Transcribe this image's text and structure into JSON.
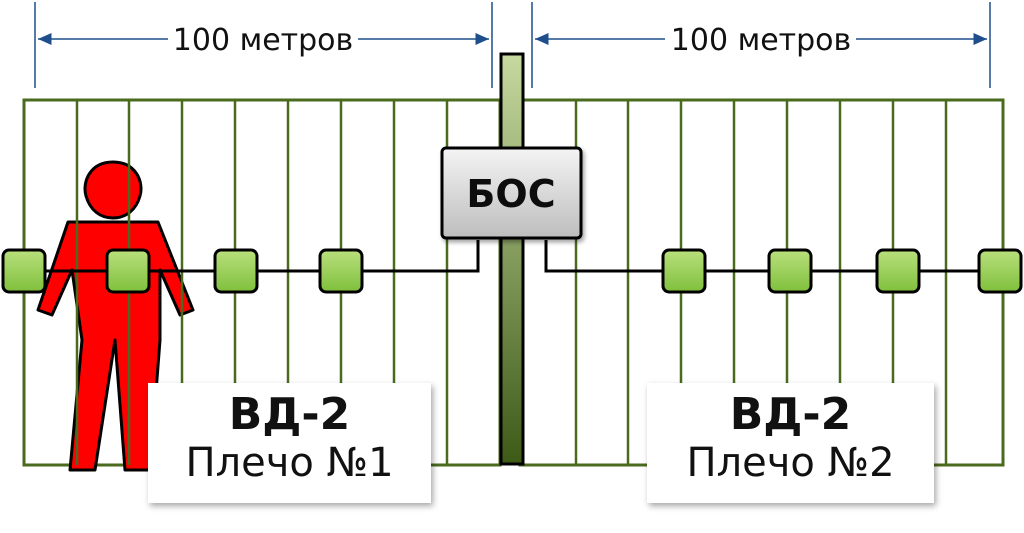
{
  "distances": {
    "left": "100 метров",
    "right": "100 метров"
  },
  "controller": {
    "label": "БОС"
  },
  "zones": [
    {
      "id": "ВД-2",
      "arm": "Плечо №1"
    },
    {
      "id": "ВД-2",
      "arm": "Плечо №2"
    }
  ],
  "icons": {
    "intruder": "person-figure-icon",
    "sensor": "sensor-node-icon"
  },
  "colors": {
    "fence": "#4a6a1e",
    "post_top": "#c6d9a0",
    "post_bottom": "#3e5a17",
    "sensor_fill": "#92d050",
    "intruder": "#ff0000",
    "dimension": "#1f4e8c"
  }
}
